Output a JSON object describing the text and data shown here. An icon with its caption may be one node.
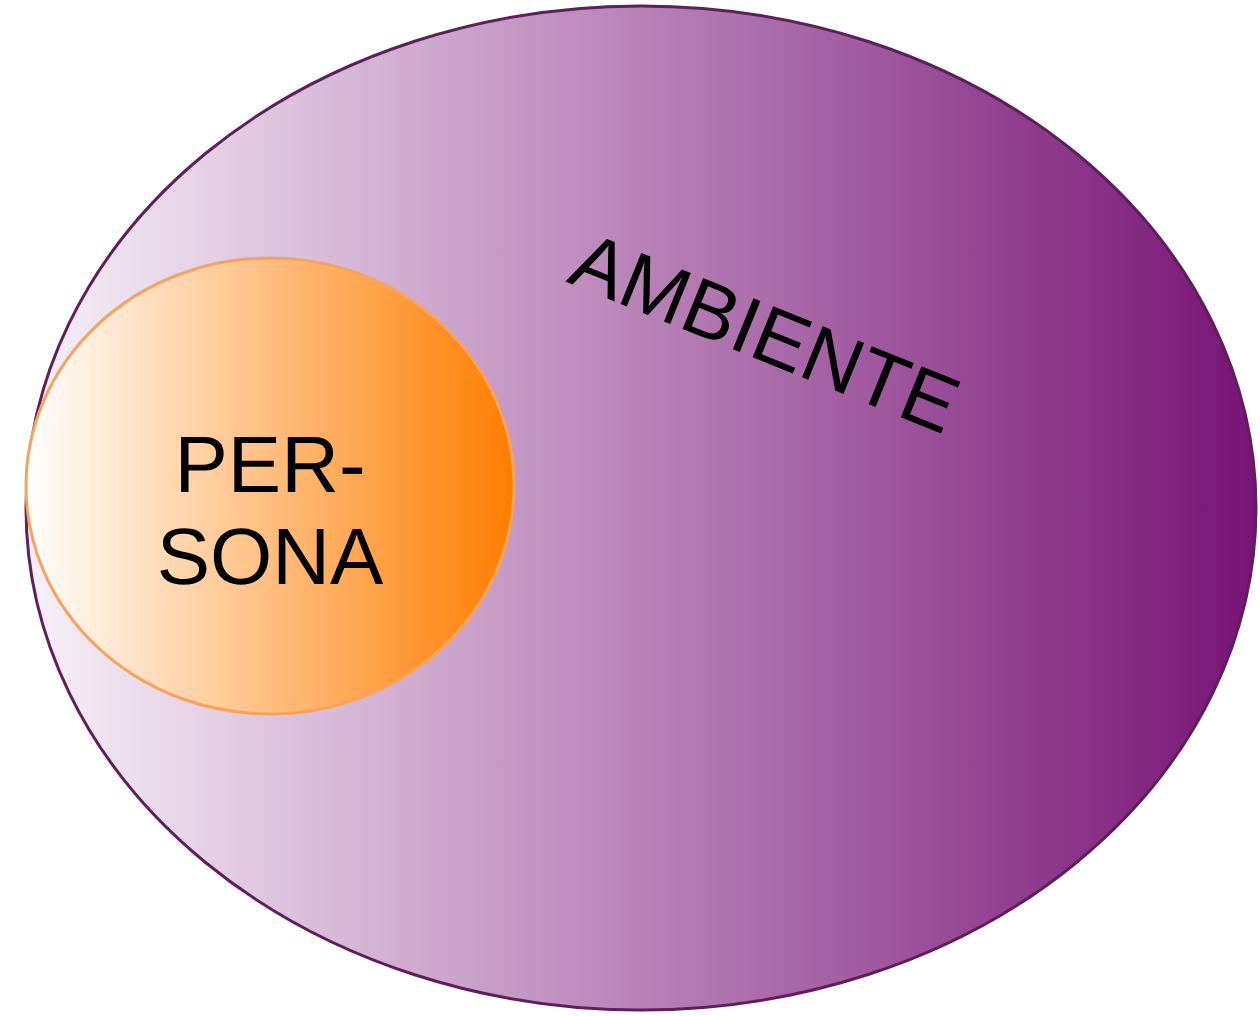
{
  "diagram": {
    "nodes": [
      {
        "text": [
          "AMBIENTE"
        ]
      },
      {
        "text": [
          "PER- SONA"
        ],
        "in": 0
      }
    ]
  }
}
